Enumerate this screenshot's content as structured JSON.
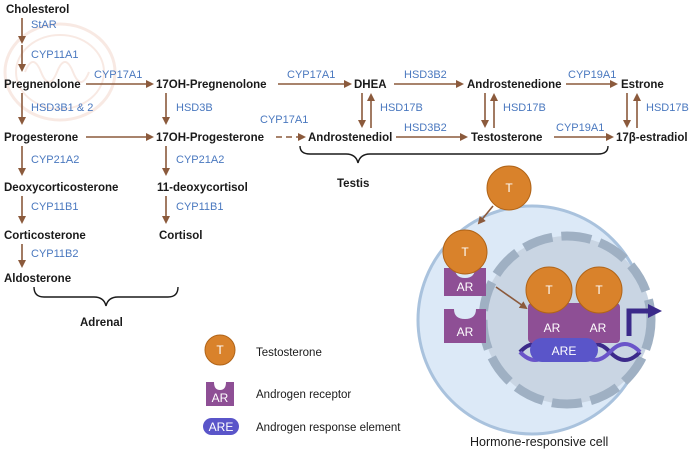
{
  "nodes": {
    "cholesterol": "Cholesterol",
    "pregnenolone": "Pregnenolone",
    "progesterone": "Progesterone",
    "deoxycorticosterone": "Deoxycorticosterone",
    "corticosterone": "Corticosterone",
    "aldosterone": "Aldosterone",
    "oh17_pregnenolone": "17OH-Pregnenolone",
    "oh17_progesterone": "17OH-Progesterone",
    "deoxycortisol": "11-deoxycortisol",
    "cortisol": "Cortisol",
    "dhea": "DHEA",
    "androstenediol": "Androstenediol",
    "androstenedione": "Androstenedione",
    "testosterone": "Testosterone",
    "estrone": "Estrone",
    "estradiol": "17β-estradiol"
  },
  "enzymes": {
    "star": "StAR",
    "cyp11a1": "CYP11A1",
    "hsd3b1_2": "HSD3B1 & 2",
    "cyp21a2_left": "CYP21A2",
    "cyp11b1_left": "CYP11B1",
    "cyp11b2": "CYP11B2",
    "cyp17a1_a": "CYP17A1",
    "hsd3b": "HSD3B",
    "cyp21a2_mid": "CYP21A2",
    "cyp11b1_mid": "CYP11B1",
    "cyp17a1_b": "CYP17A1",
    "cyp17a1_c": "CYP17A1",
    "hsd17b_a": "HSD17B",
    "hsd3b2_top": "HSD3B2",
    "hsd3b2_bottom": "HSD3B2",
    "hsd17b_b": "HSD17B",
    "cyp19a1_top": "CYP19A1",
    "cyp19a1_bottom": "CYP19A1",
    "hsd17b_c": "HSD17B"
  },
  "groups": {
    "adrenal": "Adrenal",
    "testis": "Testis"
  },
  "legend": {
    "t_symbol": "T",
    "testosterone": "Testosterone",
    "ar_symbol": "AR",
    "androgen_receptor": "Androgen receptor",
    "are_symbol": "ARE",
    "androgen_response_element": "Androgen response element"
  },
  "cell": {
    "caption": "Hormone-responsive cell",
    "t_label": "T",
    "ar_label": "AR",
    "are_label": "ARE"
  },
  "colors": {
    "arrow": "#8b5a3c",
    "enzyme_text": "#4a78bf",
    "testosterone": "#d9822b",
    "receptor": "#8e4f95",
    "are": "#5a55c9",
    "cell_fill": "#dce9f7",
    "nucleus_fill": "#c9d5e3",
    "dna": "#3b2a8a"
  }
}
